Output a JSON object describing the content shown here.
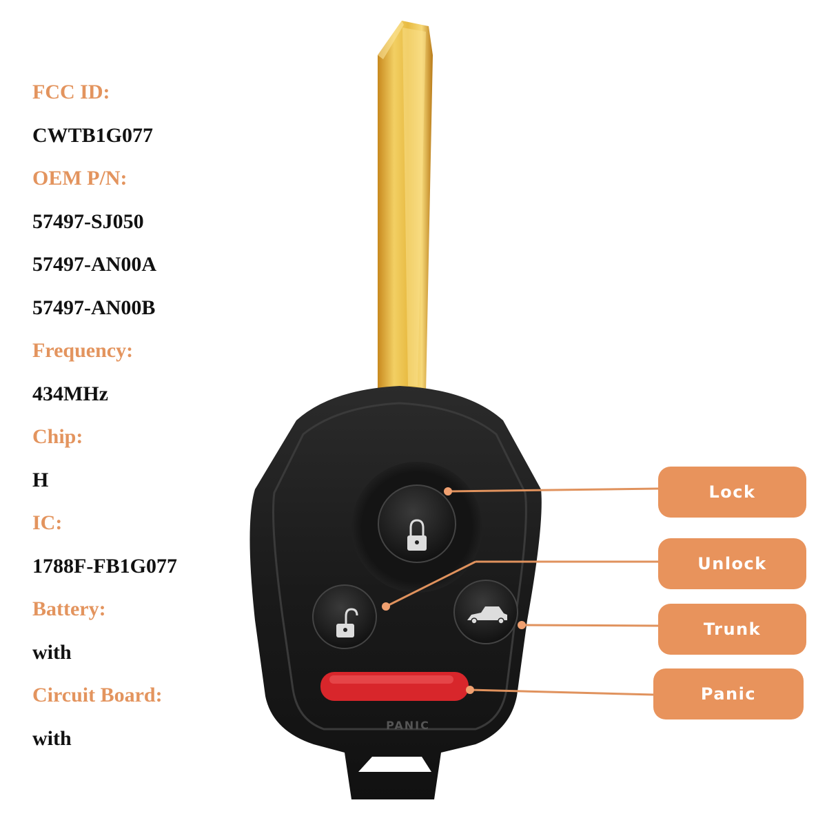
{
  "specs": [
    {
      "kind": "label",
      "text": "FCC ID:"
    },
    {
      "kind": "value",
      "text": "CWTB1G077"
    },
    {
      "kind": "label",
      "text": "OEM P/N:"
    },
    {
      "kind": "value",
      "text": "57497-SJ050"
    },
    {
      "kind": "value",
      "text": "57497-AN00A"
    },
    {
      "kind": "value",
      "text": "57497-AN00B"
    },
    {
      "kind": "label",
      "text": "Frequency:"
    },
    {
      "kind": "value",
      "text": "434MHz"
    },
    {
      "kind": "label",
      "text": "Chip:"
    },
    {
      "kind": "value",
      "text": "H"
    },
    {
      "kind": "label",
      "text": "IC:"
    },
    {
      "kind": "value",
      "text": "1788F-FB1G077"
    },
    {
      "kind": "label",
      "text": "Battery:"
    },
    {
      "kind": "value",
      "text": "with"
    },
    {
      "kind": "label",
      "text": "Circuit Board:"
    },
    {
      "kind": "value",
      "text": "with"
    }
  ],
  "callouts": {
    "lock": "Lock",
    "unlock": "Unlock",
    "trunk": "Trunk",
    "panic": "Panic"
  },
  "fob": {
    "panic_engraving": "PANIC"
  },
  "icons": [
    "lock-icon",
    "unlock-icon",
    "trunk-icon"
  ],
  "colors": {
    "label": "#e3945e",
    "value": "#111111",
    "callout_bg": "#e8935c",
    "callout_text": "#ffffff",
    "leader_line": "#e0925d",
    "blade": "#e2b33a",
    "fob_body": "#1e1e1e",
    "panic_button": "#d8262b"
  }
}
